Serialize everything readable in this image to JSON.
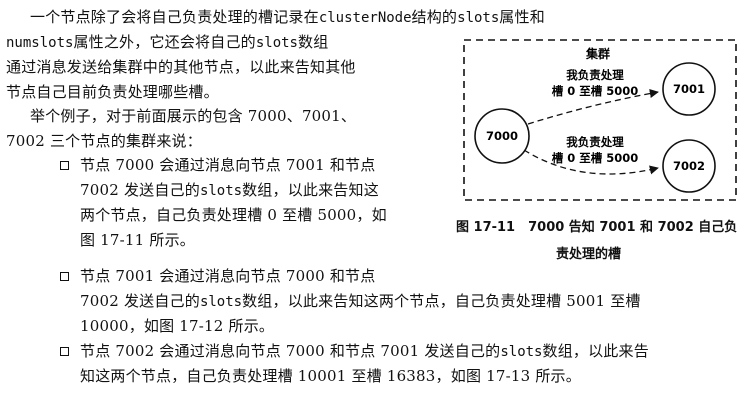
{
  "paragraph1": {
    "line1_a": "一个节点除了会将自己负责处理的槽记录在",
    "line1_code1": "clusterNode",
    "line1_b": "结构的",
    "line1_code2": "slots",
    "line1_c": "属性和",
    "line2_code": "numslots",
    "line2_a": "属性之外，它还会将自己的",
    "line2_code2": "slots",
    "line2_b": "数组",
    "line3": "通过消息发送给集群中的其他节点，以此来告知其他",
    "line4": "节点自己目前负责处理哪些槽。"
  },
  "paragraph2": {
    "line1": "举个例子，对于前面展示的包含 7000、7001、",
    "line2": "7002 三个节点的集群来说："
  },
  "bullets": [
    {
      "l1": "节点 7000 会通过消息向节点 7001 和节点",
      "l2_a": "7002 发送自己的",
      "l2_code": "slots",
      "l2_b": "数组，以此来告知这",
      "l3": "两个节点，自己负责处理槽 0 至槽 5000，如",
      "l4": "图 17-11 所示。"
    },
    {
      "l1": "节点 7001 会通过消息向节点 7000 和节点",
      "l2_a": "7002 发送自己的",
      "l2_code": "slots",
      "l2_b": "数组，以此来告知这两个节点，自己负责处理槽 5001 至槽",
      "l3": "10000，如图 17-12 所示。"
    },
    {
      "l1_a": "节点 7002 会通过消息向节点 7000 和节点 7001 发送自己的",
      "l1_code": "slots",
      "l1_b": "数组，以此来告",
      "l2": "知这两个节点，自己负责处理槽 10001 至槽 16383，如图 17-13 所示。"
    }
  ],
  "figure": {
    "title": "集群",
    "node_source": "7000",
    "node_top": "7001",
    "node_bottom": "7002",
    "label_top_1": "我负责处理",
    "label_top_2": "槽 0 至槽 5000",
    "label_bottom_1": "我负责处理",
    "label_bottom_2": "槽 0 至槽 5000",
    "caption_1": "图 17-11　7000 告知 7001 和 7002 自己负",
    "caption_2": "责处理的槽"
  }
}
